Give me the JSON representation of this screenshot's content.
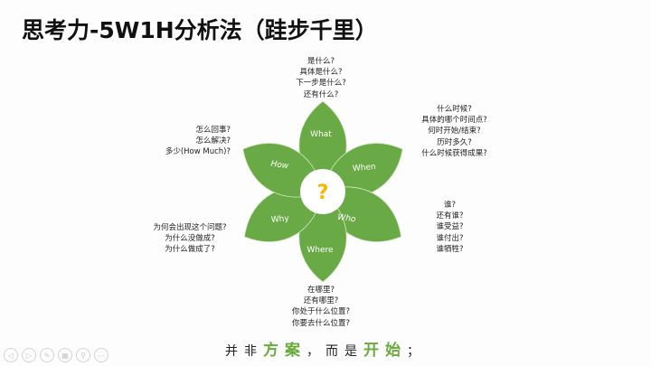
{
  "title": "思考力-5W1H分析法（跬步千里）",
  "colors": {
    "petal": "#6aaa46",
    "petal_line": "#d7ebc7",
    "center_mark": "#f5b800",
    "accent_text": "#6aaa3c"
  },
  "center": {
    "symbol": "?"
  },
  "petals": [
    {
      "label": "What"
    },
    {
      "label": "When"
    },
    {
      "label": "Who"
    },
    {
      "label": "Where"
    },
    {
      "label": "Why"
    },
    {
      "label": "How"
    }
  ],
  "questions": {
    "what": [
      "是什么?",
      "具体是什么?",
      "下一步是什么?",
      "还有什么?"
    ],
    "when": [
      "什么时候?",
      "具体的哪个时间点?",
      "何时开始/结束?",
      "历时多久?",
      "什么时候获得成果?"
    ],
    "who": [
      "谁?",
      "还有谁?",
      "谁受益?",
      "谁付出?",
      "谁牺牲?"
    ],
    "where": [
      "在哪里?",
      "还有哪里?",
      "你处于什么位置?",
      "你要去什么位置?"
    ],
    "why": [
      "为何会出现这个问题?",
      "为什么没做成?",
      "为什么做成了?"
    ],
    "how": [
      "怎么回事?",
      "怎么解决?",
      "多少(How Much)?"
    ]
  },
  "slogan": {
    "part1": "并非",
    "highlight1": "方案",
    "part2": "，而是",
    "highlight2": "开始",
    "part3": "；"
  },
  "controls": [
    {
      "name": "previous-slide-button",
      "glyph": "◁"
    },
    {
      "name": "next-slide-button",
      "glyph": "▷"
    },
    {
      "name": "pen-tool-button",
      "glyph": "✎"
    },
    {
      "name": "slide-sorter-button",
      "glyph": "▦"
    },
    {
      "name": "zoom-button",
      "glyph": "⚲"
    },
    {
      "name": "more-options-button",
      "glyph": "⋯"
    }
  ]
}
